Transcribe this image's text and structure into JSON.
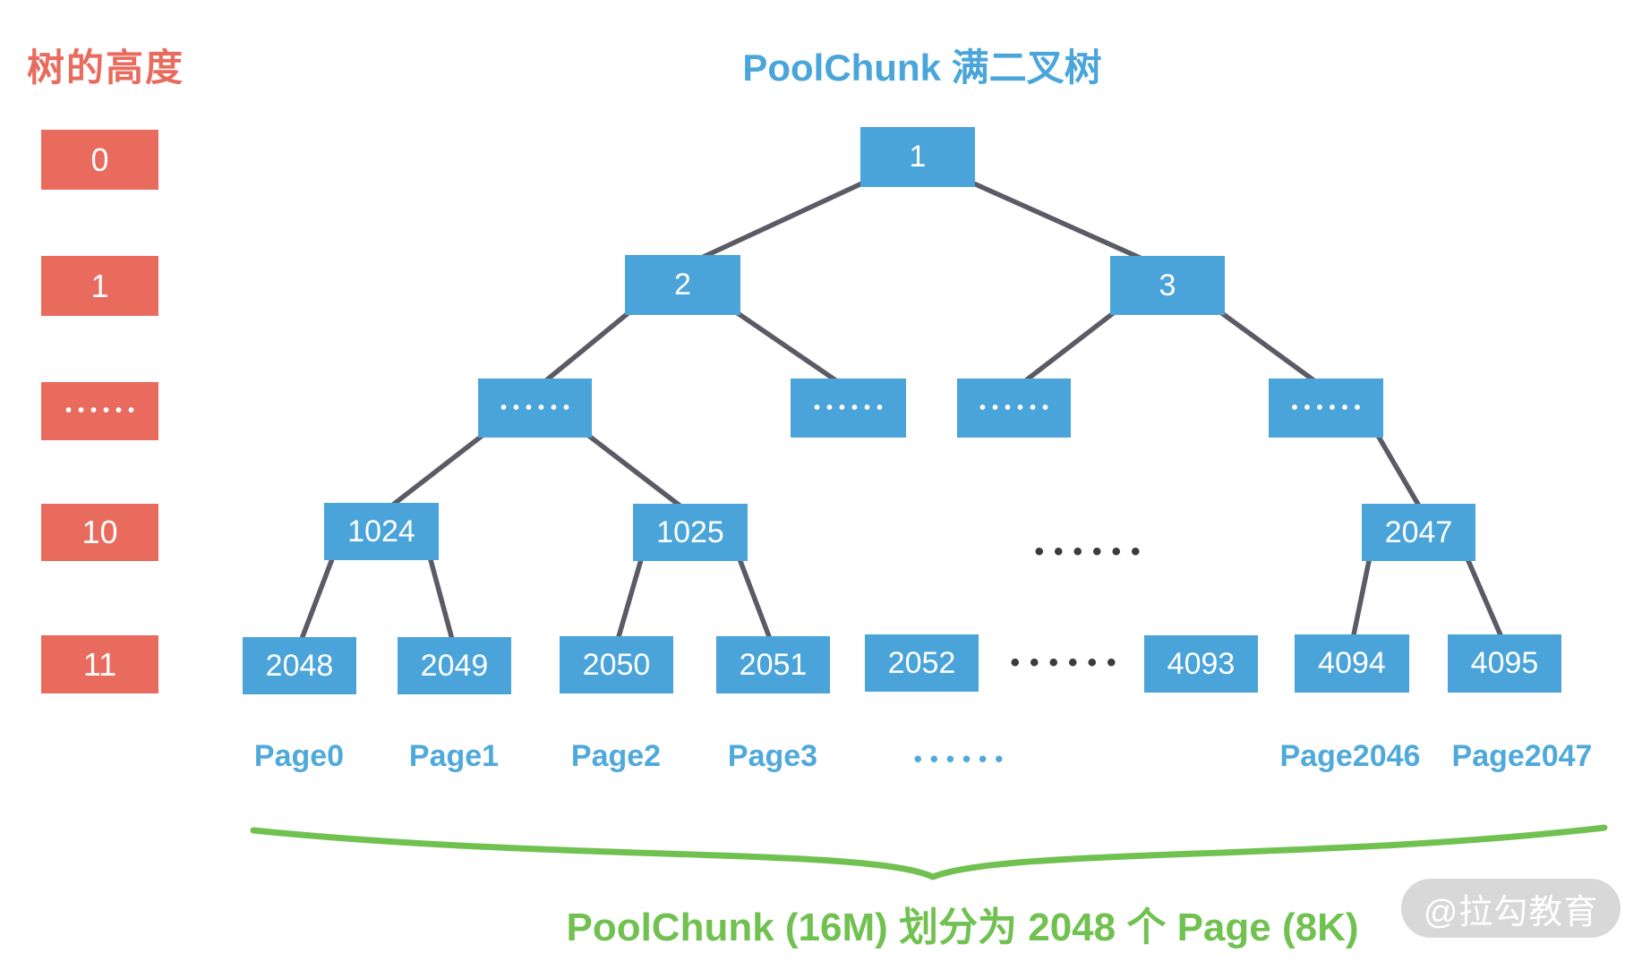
{
  "header": {
    "height_label": "树的高度",
    "title": "PoolChunk 满二叉树"
  },
  "height_column": [
    "0",
    "1",
    "••••••",
    "10",
    "11"
  ],
  "tree": {
    "root": "1",
    "level1": [
      "2",
      "3"
    ],
    "level2_dots": [
      "••••••",
      "••••••",
      "••••••",
      "••••••"
    ],
    "level10": [
      "1024",
      "1025",
      "2047"
    ],
    "level10_ellipsis": "••••••",
    "level11": [
      "2048",
      "2049",
      "2050",
      "2051",
      "2052",
      "4093",
      "4094",
      "4095"
    ],
    "level11_ellipsis": "••••••"
  },
  "pages": {
    "labels": [
      "Page0",
      "Page1",
      "Page2",
      "Page3",
      "Page2046",
      "Page2047"
    ],
    "ellipsis": "••••••"
  },
  "caption": "PoolChunk (16M) 划分为 2048 个 Page (8K)",
  "watermark": "@拉勾教育",
  "colors": {
    "node_blue": "#4AA4DA",
    "accent_red": "#E96B5D",
    "edge_gray": "#5B5B66",
    "brace_green": "#71C151",
    "label_blue": "#4FA9DB",
    "ellipsis_dark": "#3B3B3B",
    "watermark_bg": "#D8D8D8"
  }
}
